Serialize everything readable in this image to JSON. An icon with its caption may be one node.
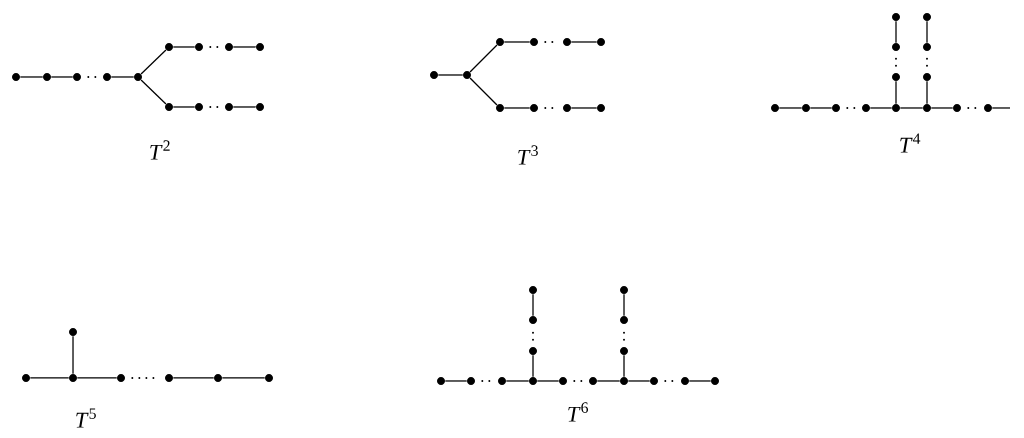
{
  "diagram": {
    "nodes": [
      {
        "text": [],
        "shape": "circle"
      },
      {
        "text": [],
        "shape": "circle"
      },
      {
        "text": [],
        "shape": "circle"
      },
      {
        "text": [],
        "shape": "circle"
      },
      {
        "text": [],
        "shape": "circle"
      },
      {
        "text": [],
        "shape": "circle"
      },
      {
        "text": [],
        "shape": "circle"
      },
      {
        "text": [],
        "shape": "circle"
      },
      {
        "text": [],
        "shape": "circle"
      },
      {
        "text": [],
        "shape": "circle"
      },
      {
        "text": [],
        "shape": "circle"
      },
      {
        "text": [],
        "shape": "circle"
      },
      {
        "text": [],
        "shape": "circle"
      },
      {
        "text": [],
        "shape": "circle"
      },
      {
        "text": [],
        "shape": "circle"
      },
      {
        "text": [],
        "shape": "circle"
      },
      {
        "text": [],
        "shape": "circle"
      },
      {
        "text": [],
        "shape": "circle"
      },
      {
        "text": [],
        "shape": "circle"
      },
      {
        "text": [],
        "shape": "circle"
      },
      {
        "text": [],
        "shape": "circle"
      },
      {
        "text": [],
        "shape": "circle"
      },
      {
        "text": [],
        "shape": "circle"
      },
      {
        "text": [],
        "shape": "circle"
      },
      {
        "text": [],
        "shape": "circle"
      },
      {
        "text": [],
        "shape": "circle"
      },
      {
        "text": [],
        "shape": "circle"
      },
      {
        "text": [],
        "shape": "circle"
      },
      {
        "text": [],
        "shape": "circle"
      },
      {
        "text": [],
        "shape": "circle"
      },
      {
        "text": [],
        "shape": "circle"
      },
      {
        "text": [],
        "shape": "circle"
      },
      {
        "text": [],
        "shape": "circle"
      },
      {
        "text": [],
        "shape": "circle"
      },
      {
        "text": [],
        "shape": "circle"
      },
      {
        "text": [],
        "shape": "circle"
      },
      {
        "text": [],
        "shape": "circle"
      },
      {
        "text": [],
        "shape": "circle"
      },
      {
        "text": [],
        "shape": "circle"
      },
      {
        "text": [],
        "shape": "circle"
      },
      {
        "text": [],
        "shape": "circle"
      },
      {
        "text": [],
        "shape": "circle"
      },
      {
        "text": [],
        "shape": "circle"
      },
      {
        "text": [],
        "shape": "circle"
      },
      {
        "text": [],
        "shape": "circle"
      },
      {
        "text": [],
        "shape": "circle"
      },
      {
        "text": [],
        "shape": "circle"
      },
      {
        "text": [],
        "shape": "circle"
      },
      {
        "text": [],
        "shape": "circle"
      },
      {
        "text": [],
        "shape": "circle"
      },
      {
        "text": [],
        "shape": "circle"
      },
      {
        "text": [],
        "shape": "circle"
      },
      {
        "text": [],
        "shape": "circle"
      },
      {
        "text": [],
        "shape": "circle"
      },
      {
        "text": [],
        "shape": "circle"
      },
      {
        "text": [],
        "shape": "circle"
      },
      {
        "text": [],
        "shape": "circle"
      },
      {
        "text": [],
        "shape": "circle"
      },
      {
        "text": [],
        "shape": "circle"
      },
      {
        "text": [],
        "shape": "circle"
      }
    ],
    "edges": [
      {
        "from": 0,
        "to": 1,
        "arrow": "none"
      },
      {
        "from": 1,
        "to": 2,
        "arrow": "none"
      },
      {
        "from": 2,
        "to": 3,
        "arrow": "none",
        "style": "dashed"
      },
      {
        "from": 3,
        "to": 4,
        "arrow": "none"
      },
      {
        "from": 4,
        "to": 5,
        "arrow": "none"
      },
      {
        "from": 5,
        "to": 6,
        "arrow": "none"
      },
      {
        "from": 6,
        "to": 7,
        "arrow": "none",
        "style": "dashed"
      },
      {
        "from": 7,
        "to": 8,
        "arrow": "none"
      },
      {
        "from": 4,
        "to": 9,
        "arrow": "none"
      },
      {
        "from": 9,
        "to": 10,
        "arrow": "none"
      },
      {
        "from": 10,
        "to": 11,
        "arrow": "none",
        "style": "dashed"
      },
      {
        "from": 11,
        "to": 12,
        "arrow": "none"
      },
      {
        "from": 13,
        "to": 14,
        "arrow": "none"
      },
      {
        "from": 14,
        "to": 15,
        "arrow": "none"
      },
      {
        "from": 15,
        "to": 16,
        "arrow": "none"
      },
      {
        "from": 16,
        "to": 17,
        "arrow": "none",
        "style": "dashed"
      },
      {
        "from": 17,
        "to": 18,
        "arrow": "none"
      },
      {
        "from": 14,
        "to": 19,
        "arrow": "none"
      },
      {
        "from": 19,
        "to": 20,
        "arrow": "none"
      },
      {
        "from": 20,
        "to": 21,
        "arrow": "none",
        "style": "dashed"
      },
      {
        "from": 21,
        "to": 22,
        "arrow": "none"
      },
      {
        "from": 23,
        "to": 24,
        "arrow": "none"
      },
      {
        "from": 24,
        "to": 25,
        "arrow": "none"
      },
      {
        "from": 25,
        "to": 26,
        "arrow": "none",
        "style": "dashed"
      },
      {
        "from": 26,
        "to": 27,
        "arrow": "none"
      },
      {
        "from": 27,
        "to": 28,
        "arrow": "none"
      },
      {
        "from": 28,
        "to": 29,
        "arrow": "none"
      },
      {
        "from": 29,
        "to": 30,
        "arrow": "none",
        "style": "dashed"
      },
      {
        "from": 30,
        "to": null,
        "arrow": "none"
      },
      {
        "from": 27,
        "to": 31,
        "arrow": "none"
      },
      {
        "from": 31,
        "to": 32,
        "arrow": "none",
        "style": "dashed"
      },
      {
        "from": 32,
        "to": 33,
        "arrow": "none"
      },
      {
        "from": 28,
        "to": 34,
        "arrow": "none"
      },
      {
        "from": 34,
        "to": 35,
        "arrow": "none",
        "style": "dashed"
      },
      {
        "from": 35,
        "to": 36,
        "arrow": "none"
      },
      {
        "from": 37,
        "to": 38,
        "arrow": "none"
      },
      {
        "from": 38,
        "to": 39,
        "arrow": "none"
      },
      {
        "from": 38,
        "to": 40,
        "arrow": "none"
      },
      {
        "from": 40,
        "to": 41,
        "arrow": "none",
        "style": "dashed"
      },
      {
        "from": 41,
        "to": 42,
        "arrow": "none"
      },
      {
        "from": 42,
        "to": 43,
        "arrow": "none"
      },
      {
        "from": 44,
        "to": 45,
        "arrow": "none"
      },
      {
        "from": 45,
        "to": 46,
        "arrow": "none",
        "style": "dashed"
      },
      {
        "from": 46,
        "to": 47,
        "arrow": "none"
      },
      {
        "from": 47,
        "to": 48,
        "arrow": "none"
      },
      {
        "from": 48,
        "to": 49,
        "arrow": "none",
        "style": "dashed"
      },
      {
        "from": 49,
        "to": 50,
        "arrow": "none"
      },
      {
        "from": 50,
        "to": 51,
        "arrow": "none"
      },
      {
        "from": 51,
        "to": 52,
        "arrow": "none",
        "style": "dashed"
      },
      {
        "from": 52,
        "to": 53,
        "arrow": "none"
      },
      {
        "from": 47,
        "to": 54,
        "arrow": "none"
      },
      {
        "from": 54,
        "to": 55,
        "arrow": "none",
        "style": "dashed"
      },
      {
        "from": 55,
        "to": 56,
        "arrow": "none"
      },
      {
        "from": 50,
        "to": 57,
        "arrow": "none"
      },
      {
        "from": 57,
        "to": 58,
        "arrow": "none",
        "style": "dashed"
      },
      {
        "from": 58,
        "to": 59,
        "arrow": "none"
      }
    ],
    "labels": [
      "*T*$^{2}$",
      "*T*$^{3}$",
      "*T*$^{4}$",
      "*T*$^{5}$",
      "*T*$^{6}$"
    ]
  }
}
